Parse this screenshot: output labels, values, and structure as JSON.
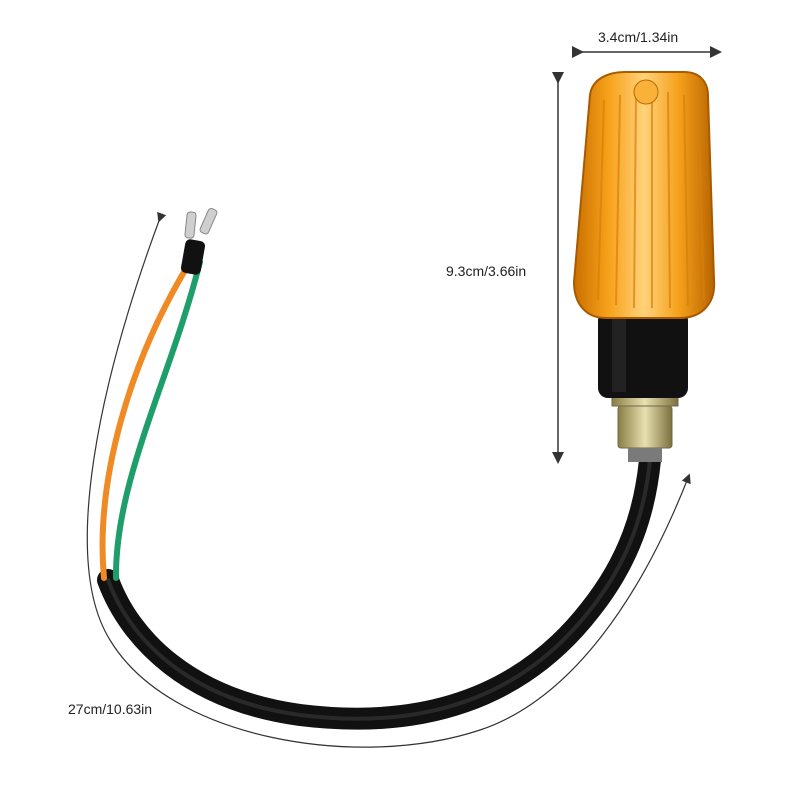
{
  "product": {
    "lens_color": "#f7a21b",
    "housing_color": "#111111",
    "wire_colors": {
      "orange": "#f08a24",
      "green": "#1e9e6a",
      "sheath": "#111111"
    }
  },
  "dimensions": {
    "width": "3.4cm/1.34in",
    "height": "9.3cm/3.66in",
    "cable_length": "27cm/10.63in"
  }
}
